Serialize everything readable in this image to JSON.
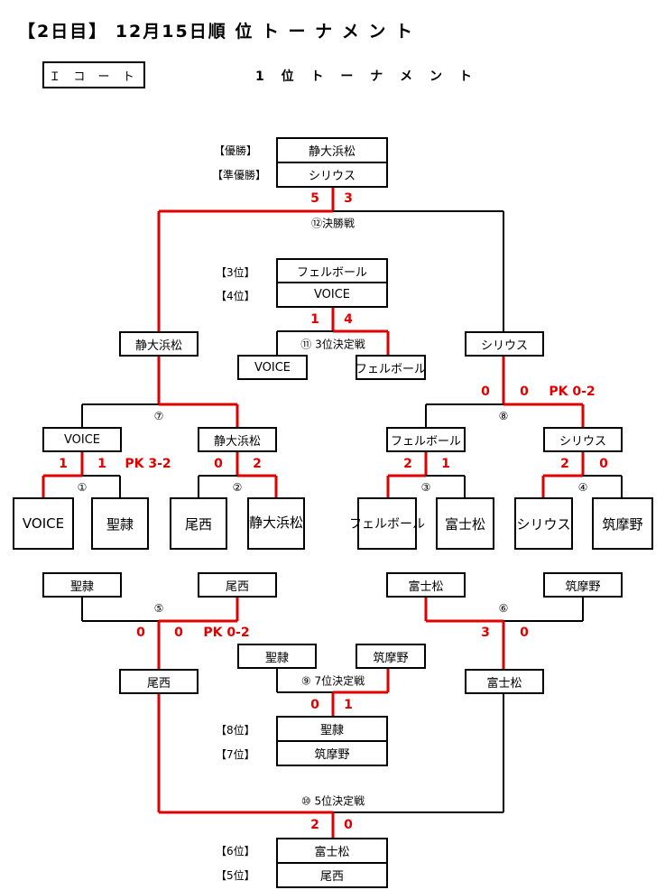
{
  "header": {
    "title": "【2日目】 12月15日順 位 ト ー ナ メ ン ト"
  },
  "court": {
    "label": "Ｉ コ ー ト"
  },
  "subtitle": "1 位 ト ー ナ メ ン ト",
  "colors": {
    "winner_line": "#e00000",
    "loser_line": "#000000",
    "score": "#e00000"
  },
  "ranks": {
    "r1": "【優勝】",
    "r2": "【準優勝】",
    "r3": "【3位】",
    "r4": "【4位】",
    "r8": "【8位】",
    "r7": "【7位】",
    "r6": "【6位】",
    "r5": "【5位】"
  },
  "standings": {
    "first": "静大浜松",
    "second": "シリウス",
    "third": "フェルボール",
    "fourth": "VOICE",
    "eighth": "聖隷",
    "seventh": "筑摩野",
    "sixth": "富士松",
    "fifth": "尾西"
  },
  "teams": [
    "VOICE",
    "聖隷",
    "尾西",
    "静大浜松",
    "フェルボール",
    "富士松",
    "シリウス",
    "筑摩野"
  ],
  "matches": {
    "m1": {
      "label": "①",
      "home": "1",
      "away": "1",
      "pk": "PK 3-2"
    },
    "m2": {
      "label": "②",
      "home": "0",
      "away": "2"
    },
    "m3": {
      "label": "③",
      "home": "2",
      "away": "1"
    },
    "m4": {
      "label": "④",
      "home": "2",
      "away": "0"
    },
    "m5": {
      "label": "⑤",
      "home": "0",
      "away": "0",
      "pk": "PK 0-2"
    },
    "m6": {
      "label": "⑥",
      "home": "3",
      "away": "0"
    },
    "m7": {
      "label": "⑦"
    },
    "m8": {
      "label": "⑧",
      "home": "0",
      "away": "0",
      "pk": "PK 0-2"
    },
    "m9": {
      "label": "⑨ 7位決定戦",
      "home": "0",
      "away": "1"
    },
    "m10": {
      "label": "⑩ 5位決定戦",
      "home": "2",
      "away": "0"
    },
    "m11": {
      "label": "⑪ 3位決定戦",
      "home": "1",
      "away": "4"
    },
    "m12": {
      "label": "⑫決勝戦",
      "home": "5",
      "away": "3"
    }
  },
  "semis": {
    "left_top": "VOICE",
    "left_bottom": "静大浜松",
    "right_top": "フェルボール",
    "right_bottom": "シリウス"
  },
  "finalists": {
    "left": "静大浜松",
    "right": "シリウス"
  },
  "third_place": {
    "left": "VOICE",
    "right": "フェルボール"
  },
  "losers_r1": {
    "a": "聖隷",
    "b": "尾西",
    "c": "富士松",
    "d": "筑摩野"
  },
  "consolation_winners": {
    "left": "尾西",
    "right": "富士松"
  },
  "seventh_place": {
    "left": "聖隷",
    "right": "筑摩野"
  }
}
